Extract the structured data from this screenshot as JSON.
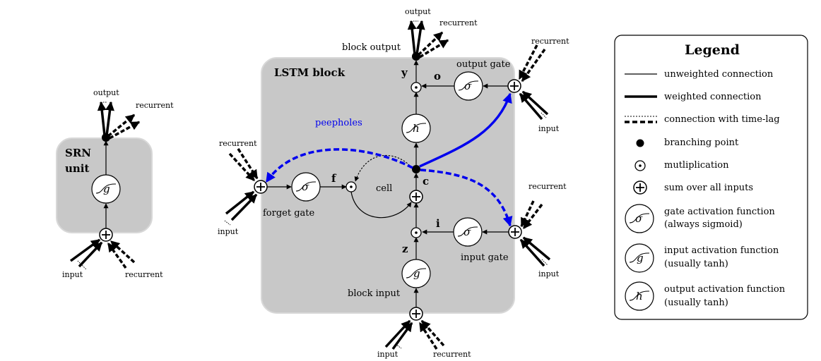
{
  "srn": {
    "title_line1": "SRN",
    "title_line2": "unit",
    "activation_symbol": "g",
    "labels": {
      "output": "output",
      "recurrent_top": "recurrent",
      "input": "input",
      "recurrent_bottom": "recurrent"
    }
  },
  "lstm": {
    "title": "LSTM block",
    "labels": {
      "block_output": "block output",
      "output": "output",
      "recurrent_out": "recurrent",
      "output_gate": "output gate",
      "y": "y",
      "o": "o",
      "peepholes": "peepholes",
      "recurrent_og": "recurrent",
      "input_og": "input",
      "recurrent_fg": "recurrent",
      "input_fg": "input",
      "forget_gate": "forget gate",
      "f": "f",
      "cell": "cell",
      "c": "c",
      "i": "i",
      "recurrent_ig": "recurrent",
      "input_ig": "input",
      "input_gate": "input gate",
      "z": "z",
      "block_input": "block input",
      "input_bi": "input",
      "recurrent_bi": "recurrent"
    },
    "symbols": {
      "sigma": "σ",
      "g": "g",
      "h": "h"
    },
    "peephole_color": "#0000ee"
  },
  "legend": {
    "title": "Legend",
    "items": [
      {
        "label": "unweighted connection"
      },
      {
        "label": "weighted connection"
      },
      {
        "label": "connection with time-lag"
      },
      {
        "label": "branching point"
      },
      {
        "label": "mutliplication"
      },
      {
        "label": "sum over all inputs"
      },
      {
        "label": "gate activation function",
        "sub": "(always sigmoid)"
      },
      {
        "label": "input activation function",
        "sub": "(usually tanh)"
      },
      {
        "label": "output activation function",
        "sub": "(usually tanh)"
      }
    ]
  }
}
